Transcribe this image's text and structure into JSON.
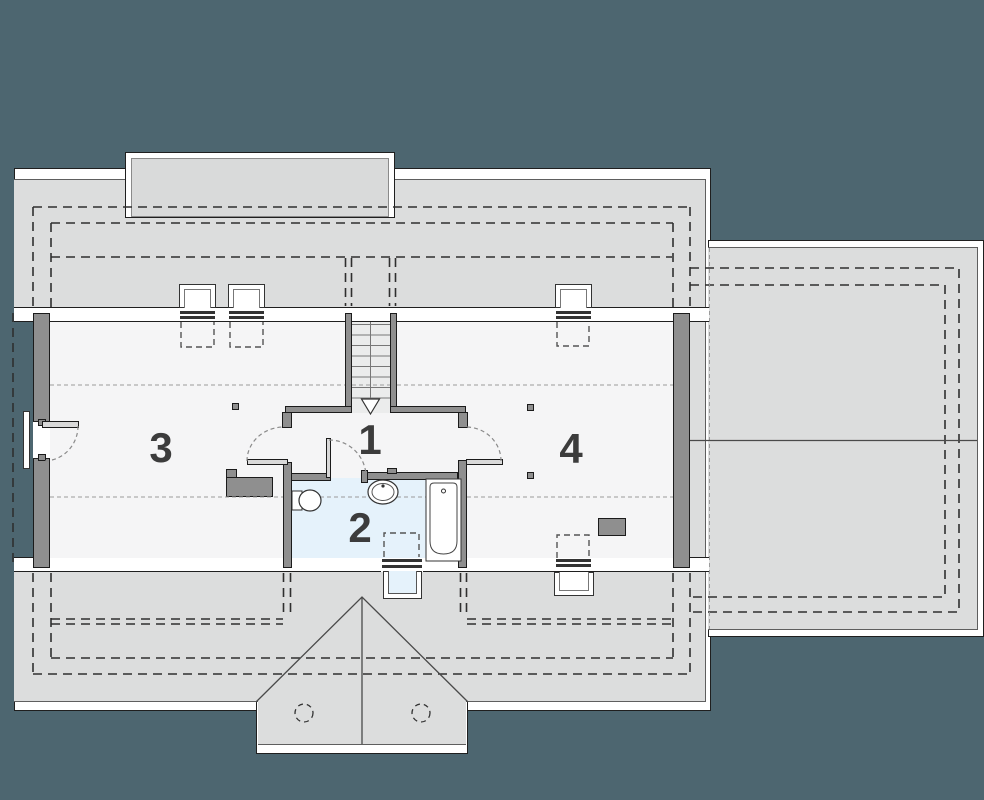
{
  "plan": {
    "rooms": [
      {
        "label": "1"
      },
      {
        "label": "2"
      },
      {
        "label": "3"
      },
      {
        "label": "4"
      }
    ],
    "colors": {
      "background": "#4d6670",
      "roof": "#dcdddd",
      "floor": "#f5f5f6",
      "bathroom_floor": "#e5f2fb",
      "wall_fill": "#8f8f8f",
      "outline": "#1b1b1b"
    }
  }
}
